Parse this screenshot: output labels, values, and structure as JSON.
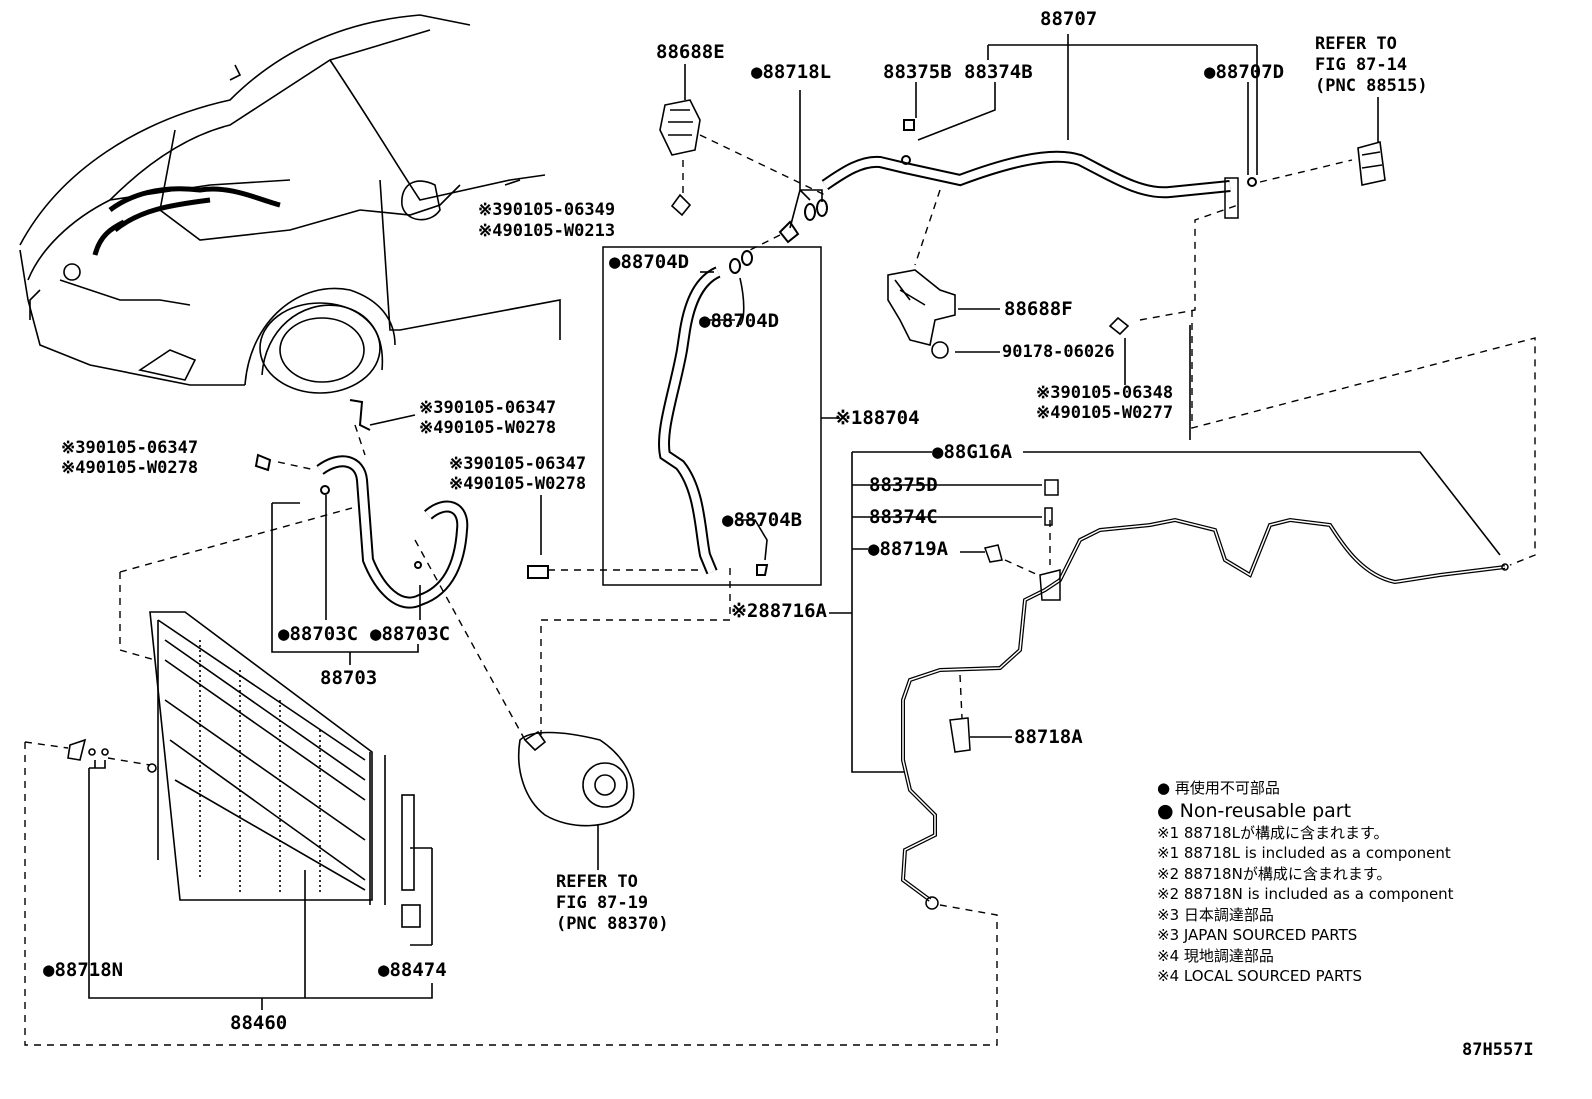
{
  "labels": {
    "p88707": "88707",
    "p88688E": "88688E",
    "p88718L": "●88718L",
    "p88375B": "88375B",
    "p88374B": "88374B",
    "p88707D": "●88707D",
    "refer_87_14": "REFER TO",
    "refer_87_14_fig": "FIG 87-14",
    "refer_87_14_pnc": "(PNC 88515)",
    "bolt_a1": "※390105-06349",
    "bolt_a2": "※490105-W0213",
    "p88704D_a": "●88704D",
    "p88704D_b": "●88704D",
    "p88688F": "88688F",
    "p90178": "90178-06026",
    "bolt_b1": "※390105-06348",
    "bolt_b2": "※490105-W0277",
    "p88704": "※188704",
    "bolt_c1": "※390105-06347",
    "bolt_c2": "※490105-W0278",
    "bolt_d1": "※390105-06347",
    "bolt_d2": "※490105-W0278",
    "bolt_e1": "※390105-06347",
    "bolt_e2": "※490105-W0278",
    "p88G16A": "●88G16A",
    "p88375D": "88375D",
    "p88374C": "88374C",
    "p88704B": "●88704B",
    "p88719A": "●88719A",
    "p88703C_a": "●88703C",
    "p88703C_b": "●88703C",
    "p88716A": "※288716A",
    "p88703": "88703",
    "p88718A": "88718A",
    "refer_87_19": "REFER TO",
    "refer_87_19_fig": "FIG 87-19",
    "refer_87_19_pnc": "(PNC 88370)",
    "p88718N": "●88718N",
    "p88474": "●88474",
    "p88460": "88460"
  },
  "legend": [
    "● 再使用不可部品",
    "● Non-reusable part",
    "※1 88718Lが構成に含まれます。",
    "※1 88718L is included as a component",
    "※2 88718Nが構成に含まれます。",
    "※2 88718N is included as a component",
    "※3 日本調達部品",
    "※3 JAPAN SOURCED PARTS",
    "※4 現地調達部品",
    "※4 LOCAL SOURCED PARTS"
  ],
  "figure_code": "87H557I"
}
